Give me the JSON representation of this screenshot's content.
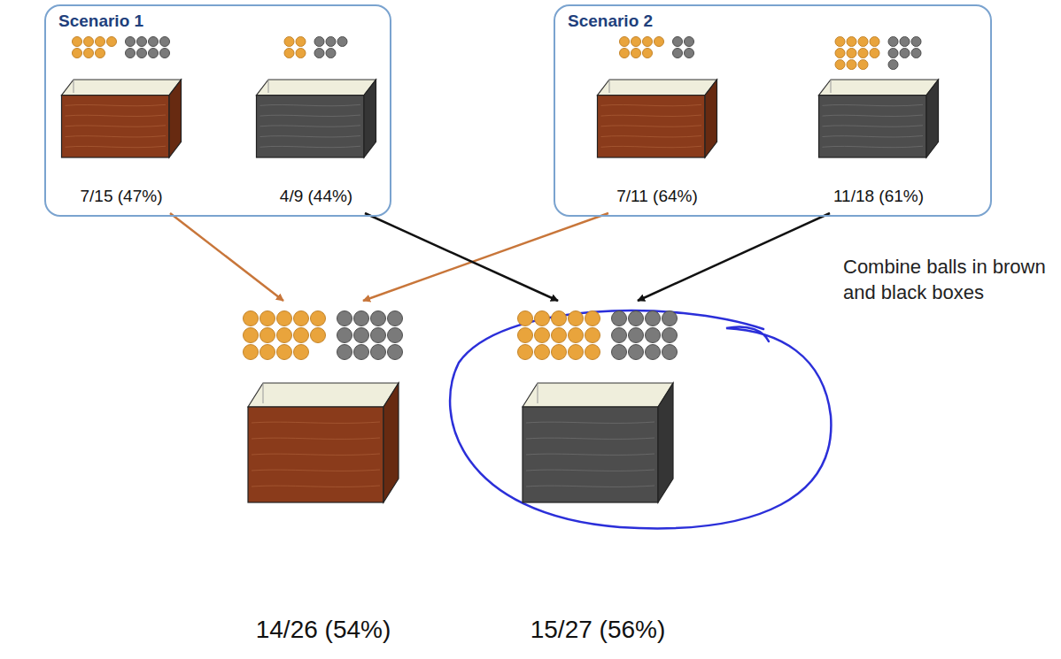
{
  "diagram": {
    "nodes": [
      {
        "text": [
          "Scenario 1"
        ]
      },
      {
        "text": [
          "7/15 (47%)"
        ],
        "in": 0
      },
      {
        "text": [
          "4/9 (44%)"
        ],
        "in": 0
      },
      {
        "text": [
          "Scenario 2"
        ]
      },
      {
        "text": [
          "7/11 (64%)"
        ],
        "in": 3
      },
      {
        "text": [
          "11/18 (61%)"
        ],
        "in": 3
      },
      {
        "text": [
          "14/26 (54%)"
        ]
      },
      {
        "text": [
          "15/27 (56%)"
        ]
      }
    ],
    "edges": [
      {
        "from": 1,
        "to": 6,
        "arrow": "to"
      },
      {
        "from": 4,
        "to": 6,
        "arrow": "to"
      },
      {
        "from": 2,
        "to": 7,
        "arrow": "to"
      },
      {
        "from": 5,
        "to": 7,
        "arrow": "to"
      }
    ],
    "labels": [
      "Combine balls in brown and black boxes"
    ]
  }
}
